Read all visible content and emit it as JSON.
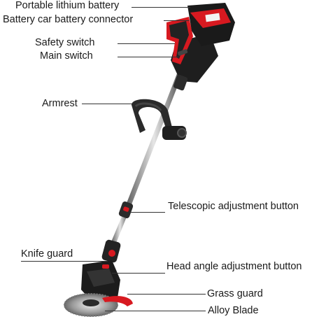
{
  "diagram": {
    "labels": {
      "portable_lithium_battery": "Portable lithium battery",
      "battery_car_battery_connector": "Battery car battery connector",
      "safety_switch": "Safety switch",
      "main_switch": "Main switch",
      "armrest": "Armrest",
      "telescopic_adjustment_button": "Telescopic adjustment button",
      "knife_guard": "Knife guard",
      "head_angle_adjustment_button": "Head angle adjustment button",
      "grass_guard": "Grass guard",
      "alloy_blade": "Alloy Blade"
    }
  },
  "colors": {
    "body": "#222222",
    "accent": "#d71920",
    "metal": "#bdbdbd"
  }
}
